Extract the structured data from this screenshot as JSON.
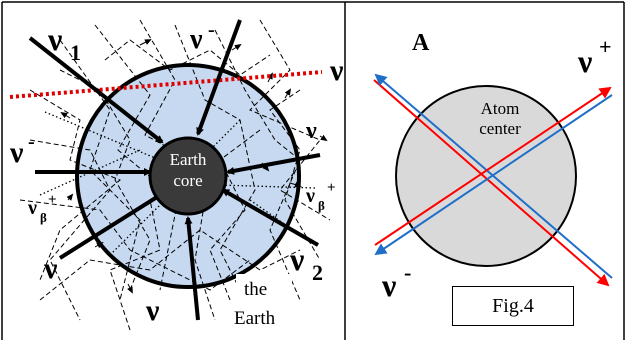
{
  "left_panel": {
    "labels": {
      "nu1_base": "ν",
      "nu1_sub": "1",
      "nu_top": "ν",
      "nu_top_sup": "-",
      "nu_right": "ν",
      "nu_mid_right": "ν",
      "nu_left": "ν",
      "nu_left_sup": "-",
      "nu_beta_left": "ν",
      "nu_beta_left_sub": "β",
      "nu_beta_left_sup": "+",
      "nu_beta_right": "ν",
      "nu_beta_right_sub": "β",
      "nu_beta_right_sup": "+",
      "nu_bottom_left": "ν",
      "nu_bottom": "ν",
      "nu2_base": "ν",
      "nu2_sub": "2",
      "core_line1": "Earth",
      "core_line2": "core",
      "earth_line1": "the",
      "earth_line2": "Earth"
    },
    "colors": {
      "earth_fill": "#c6d9f0",
      "core_fill": "#3a3a3a",
      "dotted_line": "#e00000"
    }
  },
  "right_panel": {
    "labels": {
      "letter": "A",
      "atom_line1": "Atom",
      "atom_line2": "center",
      "nu_plus": "ν",
      "nu_plus_sup": "+",
      "nu_minus": "ν",
      "nu_minus_sup": "-"
    },
    "colors": {
      "atom_fill": "#d9d9d9",
      "red": "#ff0000",
      "blue": "#1f6fc9"
    }
  },
  "caption": "Fig.4"
}
